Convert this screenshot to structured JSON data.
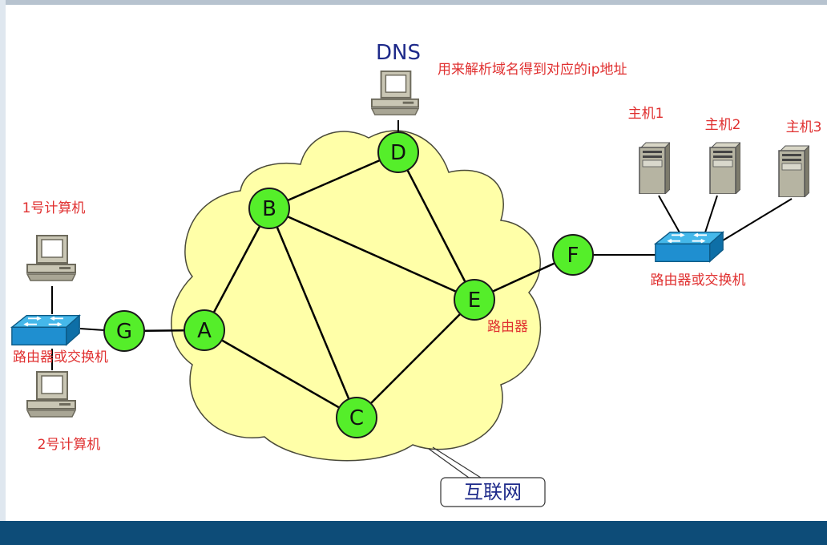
{
  "colors": {
    "cloud_fill": "#ffffa8",
    "node_fill": "#55ee2a",
    "link": "#000000",
    "red_text": "#e03030",
    "navy_text": "#1e2a8a",
    "switch_blue": "#1f9ad6",
    "bottom_bar": "#0d4c78"
  },
  "labels": {
    "dns": "DNS",
    "dns_desc": "用来解析域名得到对应的ip地址",
    "host1": "主机1",
    "host2": "主机2",
    "host3": "主机3",
    "computer1": "1号计算机",
    "computer2": "2号计算机",
    "switch_left": "路由器或交换机",
    "switch_right": "路由器或交换机",
    "router": "路由器",
    "internet": "互联网"
  },
  "nodes": [
    {
      "id": "A",
      "label": "A"
    },
    {
      "id": "B",
      "label": "B"
    },
    {
      "id": "C",
      "label": "C"
    },
    {
      "id": "D",
      "label": "D"
    },
    {
      "id": "E",
      "label": "E"
    },
    {
      "id": "F",
      "label": "F"
    },
    {
      "id": "G",
      "label": "G"
    }
  ],
  "links": [
    [
      "A",
      "B"
    ],
    [
      "A",
      "C"
    ],
    [
      "B",
      "C"
    ],
    [
      "B",
      "D"
    ],
    [
      "B",
      "E"
    ],
    [
      "D",
      "E"
    ],
    [
      "C",
      "E"
    ],
    [
      "E",
      "F"
    ],
    [
      "A",
      "G"
    ]
  ],
  "icons": [
    "dns-computer-icon",
    "computer-1-icon",
    "computer-2-icon",
    "switch-left-icon",
    "switch-right-icon",
    "server-1-icon",
    "server-2-icon",
    "server-3-icon"
  ]
}
